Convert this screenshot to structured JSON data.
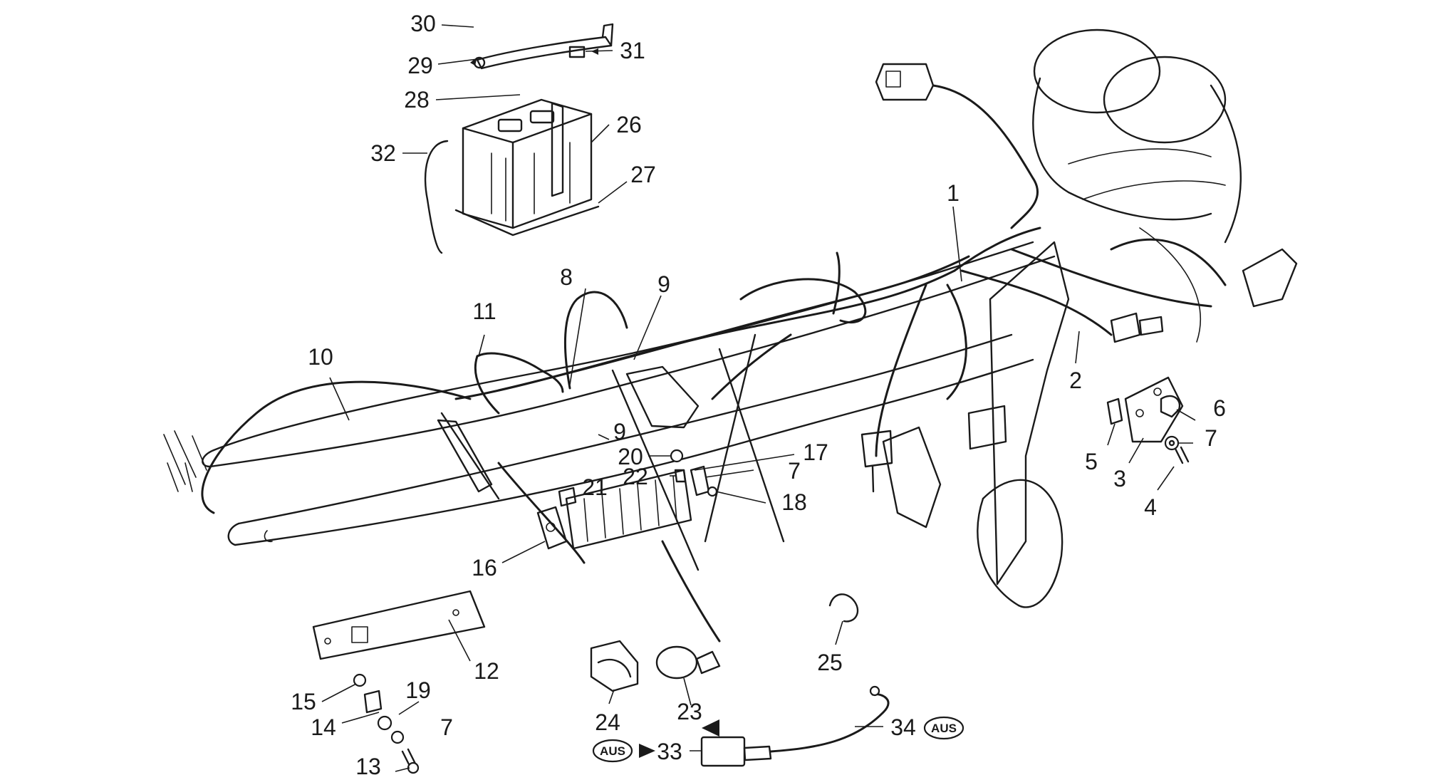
{
  "labels": {
    "l1": "1",
    "l2": "2",
    "l3": "3",
    "l4": "4",
    "l5": "5",
    "l6": "6",
    "l7a": "7",
    "l7b": "7",
    "l7c": "7",
    "l8": "8",
    "l9a": "9",
    "l9b": "9",
    "l10": "10",
    "l11": "11",
    "l12": "12",
    "l13": "13",
    "l14": "14",
    "l15": "15",
    "l16": "16",
    "l17": "17",
    "l18": "18",
    "l19": "19",
    "l20": "20",
    "l21": "21",
    "l22": "22",
    "l23": "23",
    "l24": "24",
    "l25": "25",
    "l26": "26",
    "l27": "27",
    "l28": "28",
    "l29": "29",
    "l30": "30",
    "l31": "31",
    "l32": "32",
    "l33": "33",
    "l34": "34"
  },
  "badges": {
    "aus_left": "AUS",
    "aus_right": "AUS"
  }
}
